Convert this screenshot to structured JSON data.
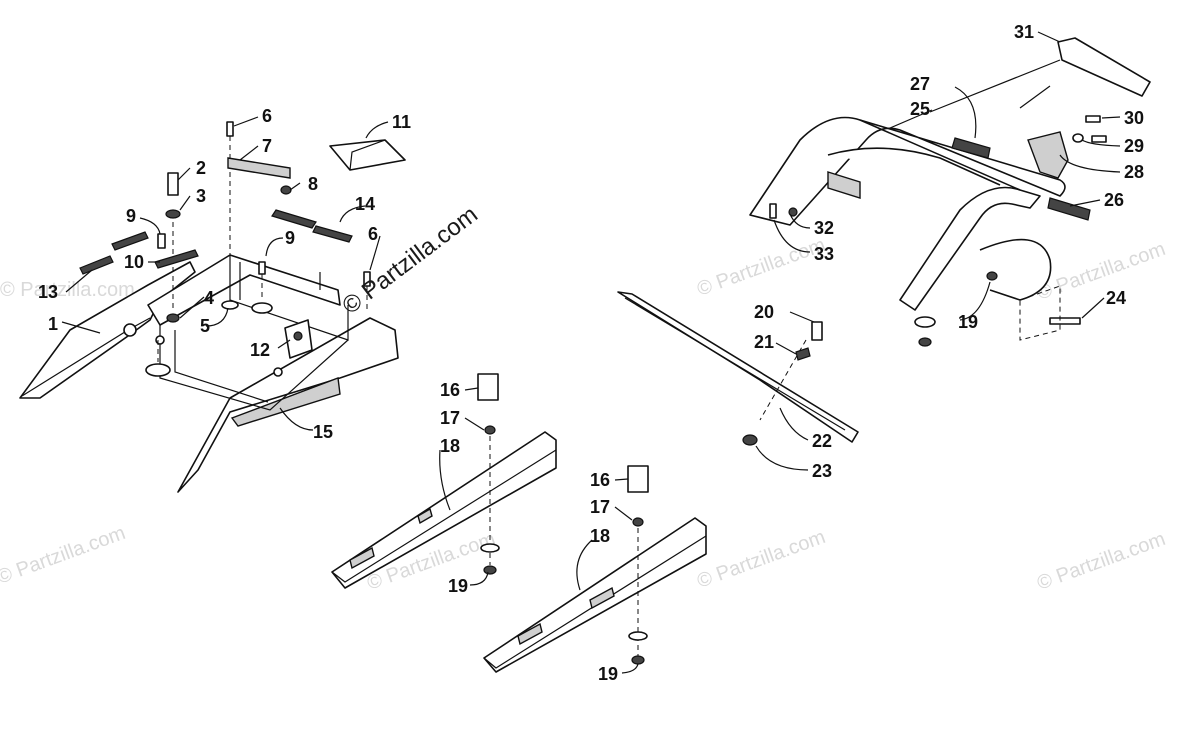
{
  "watermark": {
    "center": "© Partzilla.com",
    "repeat": "© Partzilla.com"
  },
  "callouts": {
    "c1": "1",
    "c2": "2",
    "c3": "3",
    "c4": "4",
    "c5": "5",
    "c6a": "6",
    "c6b": "6",
    "c7": "7",
    "c8": "8",
    "c9a": "9",
    "c9b": "9",
    "c10": "10",
    "c11": "11",
    "c12": "12",
    "c13": "13",
    "c14": "14",
    "c15": "15",
    "c16a": "16",
    "c16b": "16",
    "c17a": "17",
    "c17b": "17",
    "c18a": "18",
    "c18b": "18",
    "c19a": "19",
    "c19b": "19",
    "c19c": "19",
    "c20": "20",
    "c21": "21",
    "c22": "22",
    "c23": "23",
    "c24": "24",
    "c25": "25",
    "c26": "26",
    "c27": "27",
    "c28": "28",
    "c29": "29",
    "c30": "30",
    "c31": "31",
    "c32": "32",
    "c33": "33"
  }
}
